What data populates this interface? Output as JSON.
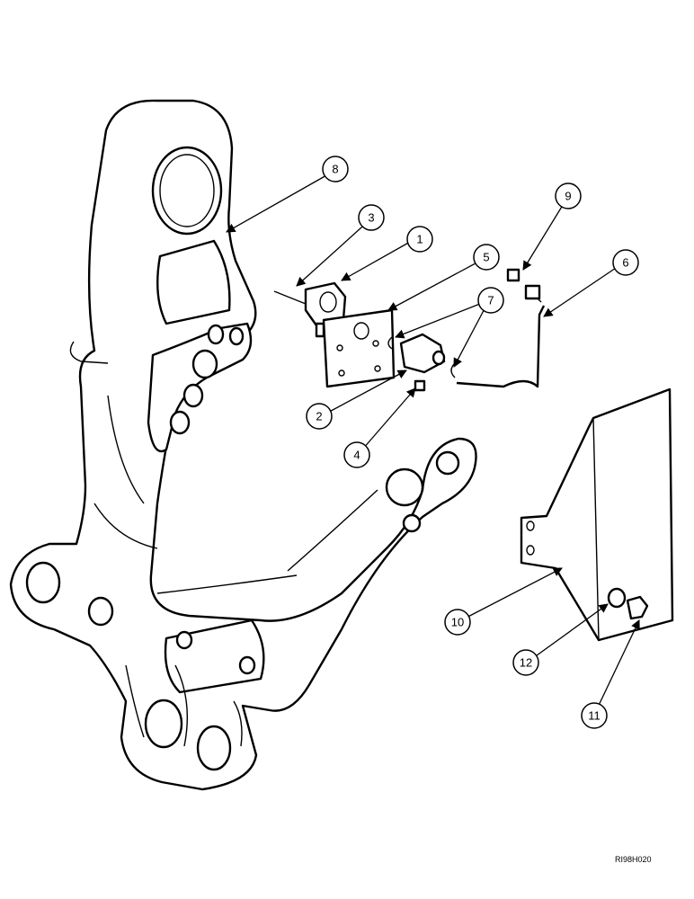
{
  "figure_ref": "RI98H020",
  "callouts": [
    {
      "label": "1"
    },
    {
      "label": "2"
    },
    {
      "label": "3"
    },
    {
      "label": "4"
    },
    {
      "label": "5"
    },
    {
      "label": "6"
    },
    {
      "label": "7"
    },
    {
      "label": "8"
    },
    {
      "label": "9"
    },
    {
      "label": "10"
    },
    {
      "label": "11"
    },
    {
      "label": "12"
    }
  ]
}
